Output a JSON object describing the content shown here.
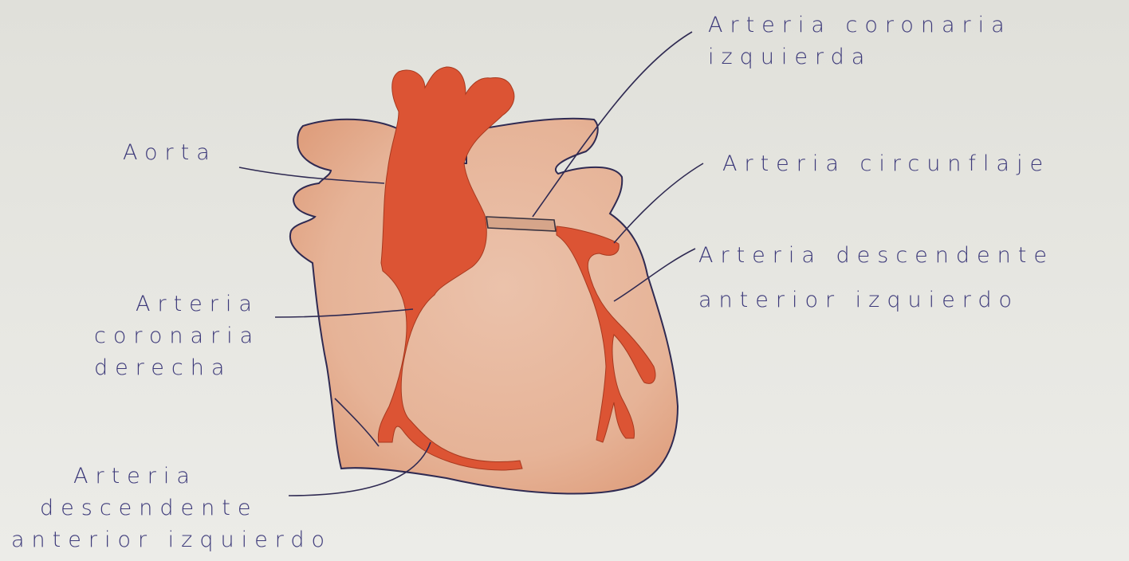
{
  "labels": {
    "aorta": "Aorta",
    "coronaria_izquierda": [
      "Arteria coronaria",
      "izquierda"
    ],
    "circunflaje": "Arteria circunflaje",
    "descendente_derecha": [
      "Arteria descendente",
      "anterior izquierdo"
    ],
    "coronaria_derecha": [
      "Arteria",
      "coronaria",
      "derecha"
    ],
    "descendente_izquierda": [
      "Arteria",
      "descendente",
      "anterior izquierdo"
    ]
  },
  "colors": {
    "paper": "#e4e4df",
    "heart_fill": "#e8b9a0",
    "heart_shade": "#dd9e7d",
    "artery": "#dc5434",
    "outline": "#2f2a52",
    "ink": "#3d3a7a"
  }
}
